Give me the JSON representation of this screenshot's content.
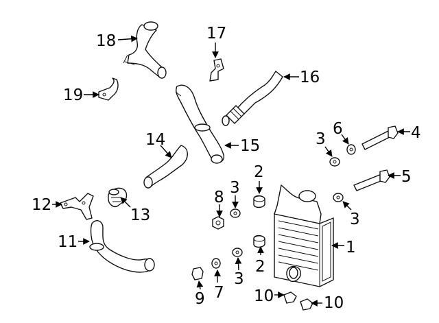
{
  "callouts": {
    "c1": "1",
    "c2a": "2",
    "c2b": "2",
    "c3a": "3",
    "c3b": "3",
    "c3c": "3",
    "c3d": "3",
    "c4": "4",
    "c5": "5",
    "c6": "6",
    "c7": "7",
    "c8": "8",
    "c9": "9",
    "c10a": "10",
    "c10b": "10",
    "c11": "11",
    "c12": "12",
    "c13": "13",
    "c14": "14",
    "c15": "15",
    "c16": "16",
    "c17": "17",
    "c18": "18",
    "c19": "19"
  }
}
